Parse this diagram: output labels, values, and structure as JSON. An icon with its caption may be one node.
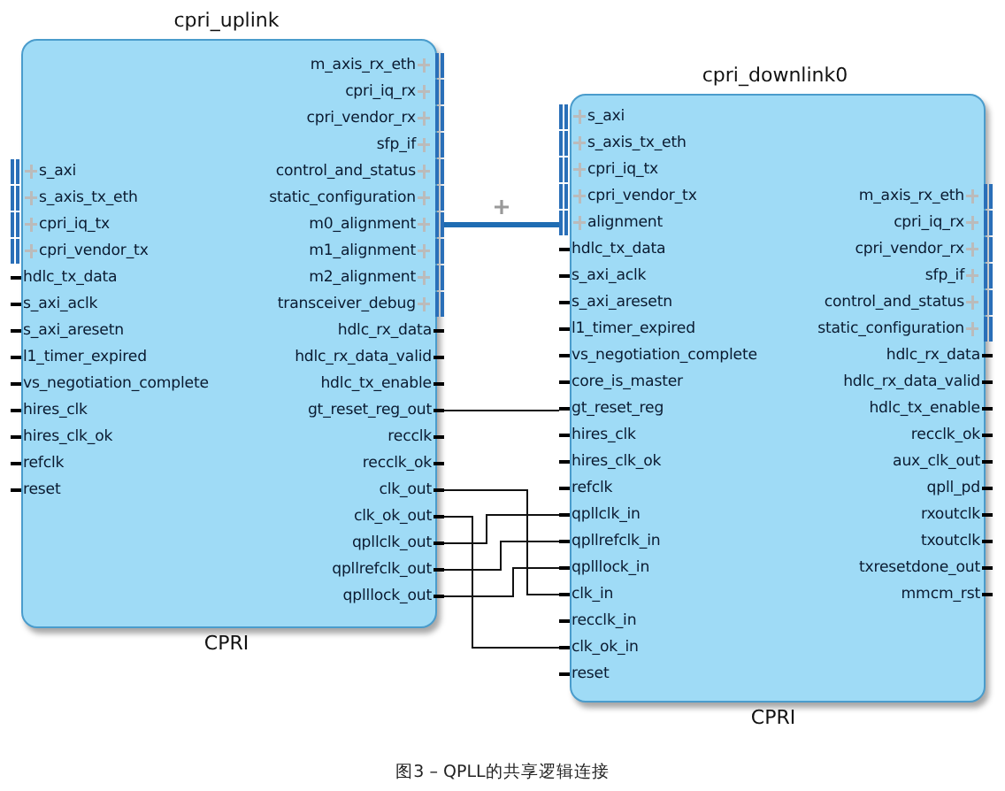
{
  "diagram": {
    "caption": "图3 – QPLL的共享逻辑连接",
    "nodes": [
      {
        "text": [
          "cpri_uplink"
        ],
        "beside": [
          "CPRI"
        ]
      },
      {
        "text": [
          "s_axi"
        ],
        "in": 0
      },
      {
        "text": [
          "s_axis_tx_eth"
        ],
        "in": 0
      },
      {
        "text": [
          "cpri_iq_tx"
        ],
        "in": 0
      },
      {
        "text": [
          "cpri_vendor_tx"
        ],
        "in": 0
      },
      {
        "text": [
          "hdlc_tx_data"
        ],
        "in": 0
      },
      {
        "text": [
          "s_axi_aclk"
        ],
        "in": 0
      },
      {
        "text": [
          "s_axi_aresetn"
        ],
        "in": 0
      },
      {
        "text": [
          "l1_timer_expired"
        ],
        "in": 0
      },
      {
        "text": [
          "vs_negotiation_complete"
        ],
        "in": 0
      },
      {
        "text": [
          "hires_clk"
        ],
        "in": 0
      },
      {
        "text": [
          "hires_clk_ok"
        ],
        "in": 0
      },
      {
        "text": [
          "refclk"
        ],
        "in": 0
      },
      {
        "text": [
          "reset"
        ],
        "in": 0
      },
      {
        "text": [
          "m_axis_rx_eth"
        ],
        "in": 0
      },
      {
        "text": [
          "cpri_iq_rx"
        ],
        "in": 0
      },
      {
        "text": [
          "cpri_vendor_rx"
        ],
        "in": 0
      },
      {
        "text": [
          "sfp_if"
        ],
        "in": 0
      },
      {
        "text": [
          "control_and_status"
        ],
        "in": 0
      },
      {
        "text": [
          "static_configuration"
        ],
        "in": 0
      },
      {
        "text": [
          "m0_alignment"
        ],
        "in": 0
      },
      {
        "text": [
          "m1_alignment"
        ],
        "in": 0
      },
      {
        "text": [
          "m2_alignment"
        ],
        "in": 0
      },
      {
        "text": [
          "transceiver_debug"
        ],
        "in": 0
      },
      {
        "text": [
          "hdlc_rx_data"
        ],
        "in": 0
      },
      {
        "text": [
          "hdlc_rx_data_valid"
        ],
        "in": 0
      },
      {
        "text": [
          "hdlc_tx_enable"
        ],
        "in": 0
      },
      {
        "text": [
          "gt_reset_reg_out"
        ],
        "in": 0
      },
      {
        "text": [
          "recclk"
        ],
        "in": 0
      },
      {
        "text": [
          "recclk_ok"
        ],
        "in": 0
      },
      {
        "text": [
          "clk_out"
        ],
        "in": 0
      },
      {
        "text": [
          "clk_ok_out"
        ],
        "in": 0
      },
      {
        "text": [
          "qpllclk_out"
        ],
        "in": 0
      },
      {
        "text": [
          "qpllrefclk_out"
        ],
        "in": 0
      },
      {
        "text": [
          "qplllock_out"
        ],
        "in": 0
      },
      {
        "text": [
          "cpri_downlink0"
        ],
        "beside": [
          "CPRI"
        ]
      },
      {
        "text": [
          "s_axi"
        ],
        "in": 35
      },
      {
        "text": [
          "s_axis_tx_eth"
        ],
        "in": 35
      },
      {
        "text": [
          "cpri_iq_tx"
        ],
        "in": 35
      },
      {
        "text": [
          "cpri_vendor_tx"
        ],
        "in": 35
      },
      {
        "text": [
          "alignment"
        ],
        "in": 35
      },
      {
        "text": [
          "hdlc_tx_data"
        ],
        "in": 35
      },
      {
        "text": [
          "s_axi_aclk"
        ],
        "in": 35
      },
      {
        "text": [
          "s_axi_aresetn"
        ],
        "in": 35
      },
      {
        "text": [
          "l1_timer_expired"
        ],
        "in": 35
      },
      {
        "text": [
          "vs_negotiation_complete"
        ],
        "in": 35
      },
      {
        "text": [
          "core_is_master"
        ],
        "in": 35
      },
      {
        "text": [
          "gt_reset_reg"
        ],
        "in": 35
      },
      {
        "text": [
          "hires_clk"
        ],
        "in": 35
      },
      {
        "text": [
          "hires_clk_ok"
        ],
        "in": 35
      },
      {
        "text": [
          "refclk"
        ],
        "in": 35
      },
      {
        "text": [
          "qpllclk_in"
        ],
        "in": 35
      },
      {
        "text": [
          "qpllrefclk_in"
        ],
        "in": 35
      },
      {
        "text": [
          "qplllock_in"
        ],
        "in": 35
      },
      {
        "text": [
          "clk_in"
        ],
        "in": 35
      },
      {
        "text": [
          "recclk_in"
        ],
        "in": 35
      },
      {
        "text": [
          "clk_ok_in"
        ],
        "in": 35
      },
      {
        "text": [
          "reset"
        ],
        "in": 35
      },
      {
        "text": [
          "m_axis_rx_eth"
        ],
        "in": 35
      },
      {
        "text": [
          "cpri_iq_rx"
        ],
        "in": 35
      },
      {
        "text": [
          "cpri_vendor_rx"
        ],
        "in": 35
      },
      {
        "text": [
          "sfp_if"
        ],
        "in": 35
      },
      {
        "text": [
          "control_and_status"
        ],
        "in": 35
      },
      {
        "text": [
          "static_configuration"
        ],
        "in": 35
      },
      {
        "text": [
          "hdlc_rx_data"
        ],
        "in": 35
      },
      {
        "text": [
          "hdlc_rx_data_valid"
        ],
        "in": 35
      },
      {
        "text": [
          "hdlc_tx_enable"
        ],
        "in": 35
      },
      {
        "text": [
          "recclk_ok"
        ],
        "in": 35
      },
      {
        "text": [
          "aux_clk_out"
        ],
        "in": 35
      },
      {
        "text": [
          "qpll_pd"
        ],
        "in": 35
      },
      {
        "text": [
          "rxoutclk"
        ],
        "in": 35
      },
      {
        "text": [
          "txoutclk"
        ],
        "in": 35
      },
      {
        "text": [
          "txresetdone_out"
        ],
        "in": 35
      },
      {
        "text": [
          "mmcm_rst"
        ],
        "in": 35
      }
    ],
    "edges": [
      {
        "from": 20,
        "to": 40,
        "arrow": "none",
        "style": "thick",
        "color": "#1f6db3"
      },
      {
        "from": 27,
        "to": 47,
        "arrow": "none"
      },
      {
        "from": 30,
        "to": 54,
        "arrow": "none"
      },
      {
        "from": 31,
        "to": 56,
        "arrow": "none"
      },
      {
        "from": 32,
        "to": 51,
        "arrow": "none"
      },
      {
        "from": 33,
        "to": 52,
        "arrow": "none"
      },
      {
        "from": 34,
        "to": 53,
        "arrow": "none"
      }
    ]
  }
}
